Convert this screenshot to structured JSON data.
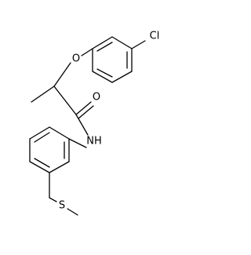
{
  "molecule": {
    "atoms": {
      "o_ether": "O",
      "o_carbonyl": "O",
      "n_amide": "NH",
      "chlorine": "Cl",
      "sulfur": "S"
    }
  },
  "colors": {
    "bond": "#000000",
    "label": "#000000",
    "background": "#ffffff"
  }
}
